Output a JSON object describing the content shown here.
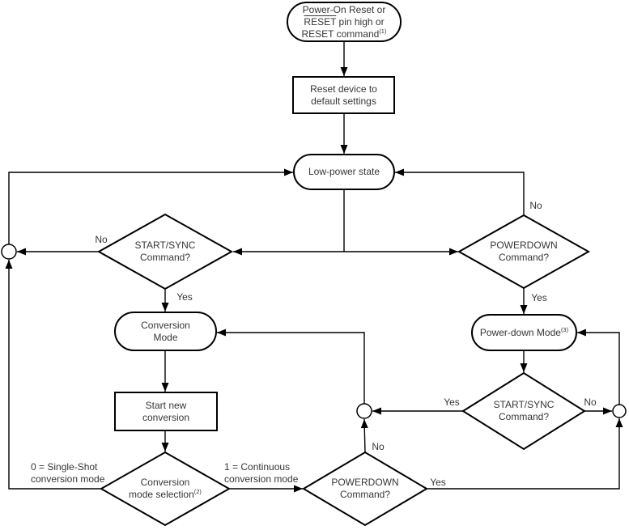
{
  "figure": {
    "background": "#ffffff",
    "line_color": "#000000",
    "shape_fill": "#ffffff",
    "text_color": "#363636"
  },
  "nodes": {
    "power_on_reset": {
      "line1": "Power-On Reset or",
      "reset_pin": "RESET",
      "line2_rest": " pin high or",
      "line3": "RESET command",
      "line3_sup": "(1)"
    },
    "reset_device": {
      "line1": "Reset device to",
      "line2": "default settings"
    },
    "low_power_state": {
      "label": "Low-power state"
    },
    "start_sync_decision_1": {
      "line1": "START/SYNC",
      "line2": "Command?"
    },
    "powerdown_decision_1": {
      "line1": "POWERDOWN",
      "line2": "Command?"
    },
    "conversion_mode": {
      "line1": "Conversion",
      "line2": "Mode"
    },
    "power_down_mode": {
      "label": "Power-down Mode",
      "sup": "(3)"
    },
    "start_new_conversion": {
      "line1": "Start new",
      "line2": "conversion"
    },
    "conversion_mode_selection": {
      "line1": "Conversion",
      "line2": "mode selection",
      "sup": "(2)"
    },
    "powerdown_decision_2": {
      "line1": "POWERDOWN",
      "line2": "Command?"
    },
    "start_sync_decision_2": {
      "line1": "START/SYNC",
      "line2": "Command?"
    }
  },
  "edge_labels": {
    "ss1_no": "No",
    "ss1_yes": "Yes",
    "pd1_no": "No",
    "pd1_yes": "Yes",
    "single_shot_1": "0 = Single-Shot",
    "single_shot_2": "conversion mode",
    "continuous_1": "1 = Continuous",
    "continuous_2": "conversion mode",
    "pd2_no": "No",
    "pd2_yes": "Yes",
    "ss2_yes": "Yes",
    "ss2_no": "No"
  }
}
